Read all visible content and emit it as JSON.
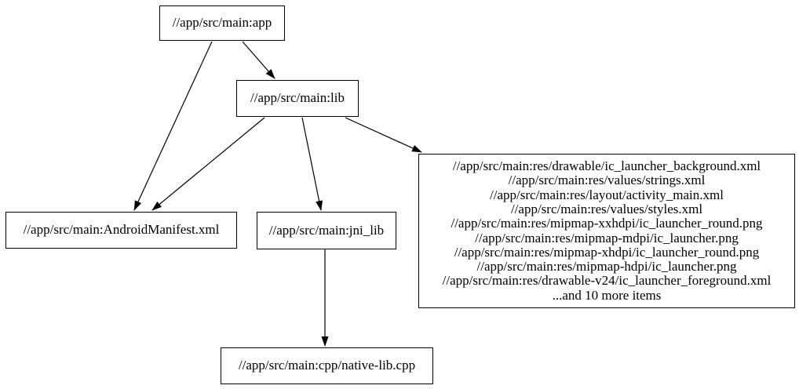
{
  "diagram": {
    "type": "directed-graph",
    "background_color": "#ffffff",
    "node_fill_color": "#ffffff",
    "node_border_color": "#000000",
    "edge_color": "#000000",
    "text_color": "#000000",
    "nodes": {
      "app": {
        "label": "//app/src/main:app"
      },
      "lib": {
        "label": "//app/src/main:lib"
      },
      "manifest": {
        "label": "//app/src/main:AndroidManifest.xml"
      },
      "jni_lib": {
        "label": "//app/src/main:jni_lib"
      },
      "res_group": {
        "lines": [
          "//app/src/main:res/drawable/ic_launcher_background.xml",
          "//app/src/main:res/values/strings.xml",
          "//app/src/main:res/layout/activity_main.xml",
          "//app/src/main:res/values/styles.xml",
          "//app/src/main:res/mipmap-xxhdpi/ic_launcher_round.png",
          "//app/src/main:res/mipmap-mdpi/ic_launcher.png",
          "//app/src/main:res/mipmap-xhdpi/ic_launcher_round.png",
          "//app/src/main:res/mipmap-hdpi/ic_launcher.png",
          "//app/src/main:res/drawable-v24/ic_launcher_foreground.xml",
          "...and 10 more items"
        ]
      },
      "native_lib": {
        "label": "//app/src/main:cpp/native-lib.cpp"
      }
    },
    "edges": [
      {
        "from": "app",
        "to": "lib"
      },
      {
        "from": "app",
        "to": "manifest"
      },
      {
        "from": "lib",
        "to": "manifest"
      },
      {
        "from": "lib",
        "to": "jni_lib"
      },
      {
        "from": "lib",
        "to": "res_group"
      },
      {
        "from": "jni_lib",
        "to": "native_lib"
      }
    ]
  }
}
